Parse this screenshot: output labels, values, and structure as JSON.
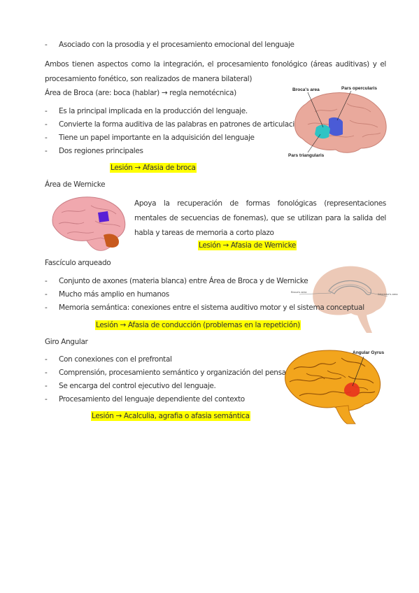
{
  "top_bullet": "Asociado con la prosodia y el procesamiento emocional del lenguaje",
  "intro": "Ambos tienen aspectos como la integración, el procesamiento fonológico (áreas auditivas) y el procesamiento fonético, son realizados de manera bilateral)",
  "broca": {
    "heading": "Área de Broca (are: boca (hablar) → regla nemotécnica)",
    "bullets": [
      "Es la principal implicada en la producción del lenguaje.",
      "Convierte la forma auditiva de las palabras en patrones de articulación motora",
      "Tiene un papel importante en la adquisición del lenguaje",
      "Dos regiones principales"
    ],
    "lesion": "Lesión → Afasia de broca",
    "figure_labels": {
      "broca_area": "Broca's area",
      "opercularis": "Pars opercularis",
      "triangularis": "Pars triangularis"
    }
  },
  "wernicke": {
    "heading": "Área de Wernicke",
    "text": "Apoya la recuperación de formas fonológicas (representaciones mentales de secuencias de fonemas), que se utilizan para la salida del habla y tareas de memoria a corto plazo",
    "lesion": "Lesión → Afasia de Wernicke"
  },
  "fasciculo": {
    "heading": "Fascículo arqueado",
    "bullets": [
      "Conjunto de axones (materia blanca) entre Área de Broca y de Wernicke",
      "Mucho más amplio en humanos",
      "Memoria semántica: conexiones entre el sistema auditivo motor y el sistema conceptual"
    ],
    "lesion": "Lesión → Afasia de conducción (problemas en la repetición)",
    "figure_labels": {
      "broca": "Broca's area",
      "wernicke": "Wernicke's area"
    }
  },
  "giro": {
    "heading": "Giro Angular",
    "bullets": [
      "Con conexiones con el prefrontal",
      "Comprensión, procesamiento semántico y organización del pensamiento",
      "Se encarga del control ejecutivo del lenguaje.",
      "Procesamiento del lenguaje dependiente del contexto"
    ],
    "lesion": "Lesión → Acalculia, agrafia o afasia semántica",
    "figure_labels": {
      "angular": "Angular Gyrus"
    }
  },
  "colors": {
    "highlight": "#ffff00",
    "broca_cyan": "#2ec4c4",
    "broca_blue": "#4a5bd6",
    "wernicke_purple": "#5a1fd6",
    "angular_red": "#e8321e"
  }
}
